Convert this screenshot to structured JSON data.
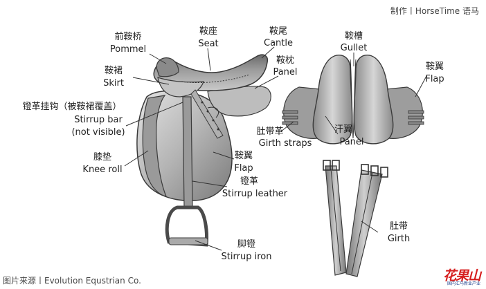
{
  "header": {
    "credit": "制作丨HorseTime 语马"
  },
  "footer": {
    "credit": "图片来源丨Evolution Equstrian Co."
  },
  "logo": {
    "text": "花果山",
    "subtext": "国内汇马新业产业"
  },
  "colors": {
    "saddle_light": "#d8d8d8",
    "saddle_mid": "#a9a9a9",
    "saddle_dark": "#6e6e6e",
    "outline": "#3a3a3a",
    "logo_red": "#d62020"
  },
  "labels": {
    "pommel": {
      "zh": "前鞍桥",
      "en": "Pommel"
    },
    "seat": {
      "zh": "鞍座",
      "en": "Seat"
    },
    "cantle": {
      "zh": "鞍尾",
      "en": "Cantle"
    },
    "panel_top": {
      "zh": "鞍枕",
      "en": "Panel"
    },
    "skirt": {
      "zh": "鞍裙",
      "en": "Skirt"
    },
    "stirrup_bar": {
      "zh": "镫革挂钩（被鞍裙覆盖）",
      "en": "Stirrup bar",
      "en2": "(not visible)"
    },
    "knee_roll": {
      "zh": "膝垫",
      "en": "Knee roll"
    },
    "flap_left": {
      "zh": "鞍翼",
      "en": "Flap"
    },
    "stirrup_leather": {
      "zh": "镫革",
      "en": "Stirrup leather"
    },
    "stirrup_iron": {
      "zh": "脚镫",
      "en": "Stirrup iron"
    },
    "gullet": {
      "zh": "鞍槽",
      "en": "Gullet"
    },
    "flap_right": {
      "zh": "鞍翼",
      "en": "Flap"
    },
    "girth_straps": {
      "zh": "肚带革",
      "en": "Girth straps"
    },
    "panel_under": {
      "zh": "汗翼",
      "en": "Panel"
    },
    "girth": {
      "zh": "肚带",
      "en": "Girth"
    }
  }
}
